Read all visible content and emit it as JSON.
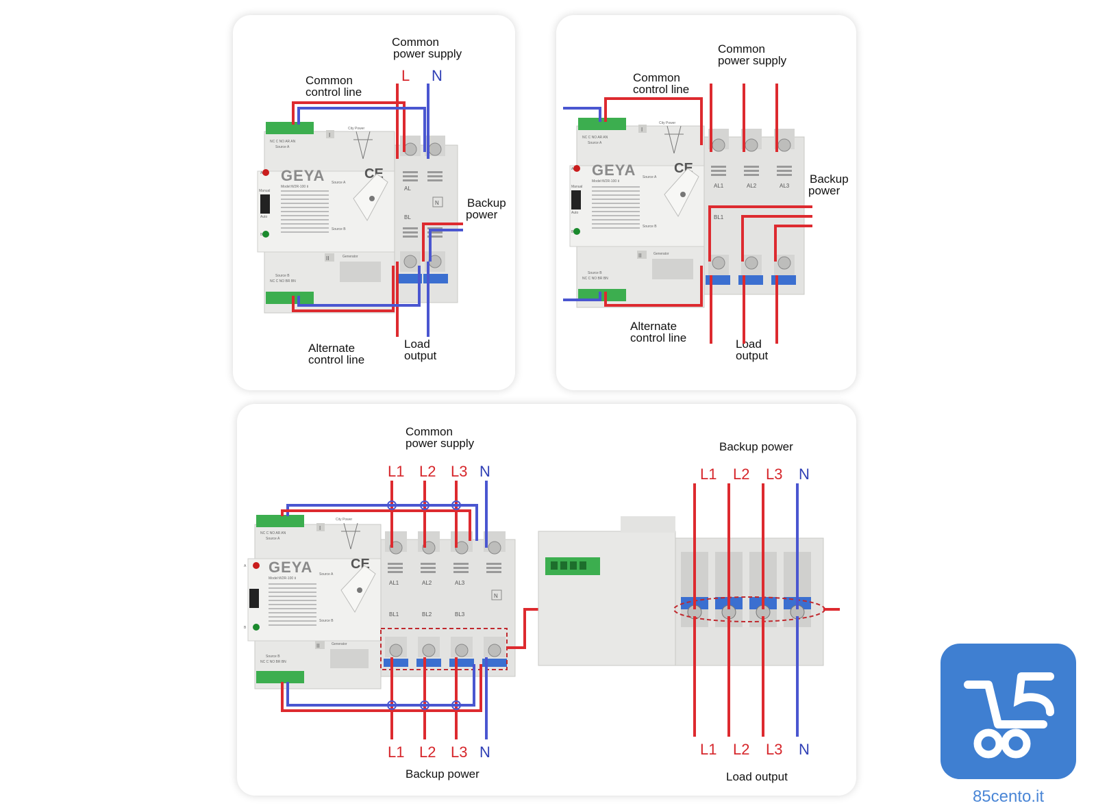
{
  "panel1": {
    "common_power_1": "Common",
    "common_power_2": "power supply",
    "common_control_1": "Common",
    "common_control_2": "control line",
    "L": "L",
    "N": "N",
    "backup_1": "Backup",
    "backup_2": "power",
    "alternate_1": "Alternate",
    "alternate_2": "control line",
    "load_1": "Load",
    "load_2": "output",
    "brand": "GEYA",
    "ce": "CE",
    "model": "Model:W2R-100 Ⅱ",
    "source_a": "Source A",
    "source_b": "Source B",
    "city_power": "City Power",
    "generator": "Generator",
    "terminal_a": "NC C NO AR AN",
    "terminal_b": "NC C NO BR BN",
    "manual": "Manual",
    "auto": "Auto",
    "al": "AL",
    "bl": "BL",
    "n_box": "N",
    "roman_1": "I",
    "roman_2": "II",
    "led_a": "A",
    "led_b": "B"
  },
  "panel2": {
    "common_power_1": "Common",
    "common_power_2": "power supply",
    "common_control_1": "Common",
    "common_control_2": "control line",
    "backup_1": "Backup",
    "backup_2": "power",
    "alternate_1": "Alternate",
    "alternate_2": "control line",
    "load_1": "Load",
    "load_2": "output",
    "brand": "GEYA",
    "ce": "CE",
    "model": "Model:W2R-100 Ⅱ",
    "source_a": "Source A",
    "source_b": "Source B",
    "city_power": "City Power",
    "generator": "Generator",
    "terminal_a": "NC C NO AR AN",
    "terminal_b": "NC C NO BR BN",
    "manual": "Manual",
    "auto": "Auto",
    "al1": "AL1",
    "al2": "AL2",
    "al3": "AL3",
    "bl1": "BL1",
    "roman_1": "I",
    "roman_2": "II",
    "led_a": "A",
    "led_b": "B"
  },
  "panel3": {
    "common_power_1": "Common",
    "common_power_2": "power supply",
    "backup_top": "Backup power",
    "backup_bottom": "Backup power",
    "load_output": "Load output",
    "top_phases": [
      "L1",
      "L2",
      "L3",
      "N"
    ],
    "bottom_phases": [
      "L1",
      "L2",
      "L3",
      "N"
    ],
    "right_top_phases": [
      "L1",
      "L2",
      "L3",
      "N"
    ],
    "right_bottom_phases": [
      "L1",
      "L2",
      "L3",
      "N"
    ],
    "brand": "GEYA",
    "ce": "CE",
    "model": "Model:W2R-100 Ⅱ",
    "source_a": "Source A",
    "source_b": "Source B",
    "city_power": "City Power",
    "generator": "Generator",
    "terminal_a": "NC C NO AR AN",
    "terminal_b": "NC C NO BR BN",
    "al1": "AL1",
    "al2": "AL2",
    "al3": "AL3",
    "bl1": "BL1",
    "bl2": "BL2",
    "bl3": "BL3",
    "n_box": "N",
    "roman_1": "I",
    "roman_2": "II",
    "led_a": "A",
    "led_b": "B"
  },
  "logo": {
    "text": "85cento.it",
    "icon": "cart-5-icon",
    "color": "#3f7fd1"
  },
  "colors": {
    "phase_wire": "#dd2a2f",
    "neutral_wire": "#4a56d0"
  }
}
